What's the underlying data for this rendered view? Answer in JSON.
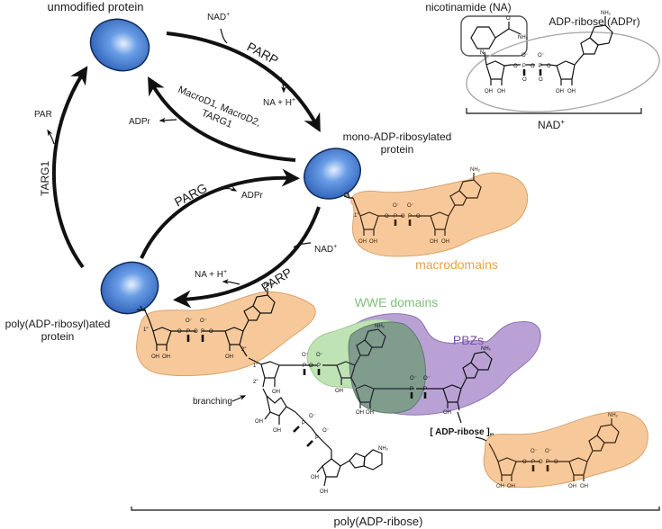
{
  "title": "Protein ADP-ribosylation cycle and poly(ADP-ribose) readers",
  "colors": {
    "protein": "#3f7bd6",
    "protein_dark": "#1b4a9a",
    "macrodomain_fill": "#f7c99a",
    "macrodomain_text": "#e7a14a",
    "wwe_fill": "#bfe3b4",
    "wwe_text": "#7ec07a",
    "pbz_fill": "#b9a1d6",
    "pbz_text": "#7a52a8",
    "overlap_fill": "#7f9c8c"
  },
  "proteins": {
    "unmodified": "unmodified protein",
    "mono_line1": "mono-ADP-ribosylated",
    "mono_line2": "protein",
    "poly_line1": "poly(ADP-ribosyl)ated",
    "poly_line2": "protein"
  },
  "enzymes": {
    "parp_top": "PARP",
    "parp_bottom": "PARP",
    "parg": "PARG",
    "targ1": "TARG1",
    "macro_line1": "MacroD1, MacroD2,",
    "macro_line2": "TARG1"
  },
  "cofactors": {
    "nad_top": "NAD",
    "nad_sup": "+",
    "na_h_top": "NA + H",
    "na_h_sup": "+",
    "adpr_macro": "ADPr",
    "adpr_parg": "ADPr",
    "par": "PAR",
    "nad_bottom": "NAD",
    "na_h_bottom": "NA + H"
  },
  "nad_structure": {
    "nicotinamide_label": "nicotinamide (NA)",
    "adpr_label": "ADP-ribose (ADPr)",
    "nad_label": "NAD",
    "nad_sup": "+"
  },
  "readers": {
    "macrodomains": "macrodomains",
    "wwe": "WWE domains",
    "pbz": "PBZs"
  },
  "annotations": {
    "branching": "branching",
    "adp_ribose_n": "[ ADP-ribose ]",
    "n_subscript": "n",
    "poly_adp_ribose": "poly(ADP-ribose)"
  },
  "chem_labels": {
    "oh": "OH",
    "o": "O",
    "o_minus": "O⁻",
    "p": "P",
    "n": "N",
    "nh2": "NH₂",
    "n_plus": "N⁺",
    "one_pp": "1″",
    "two_pp": "2″",
    "two_p": "2′",
    "one_p": "1′"
  }
}
